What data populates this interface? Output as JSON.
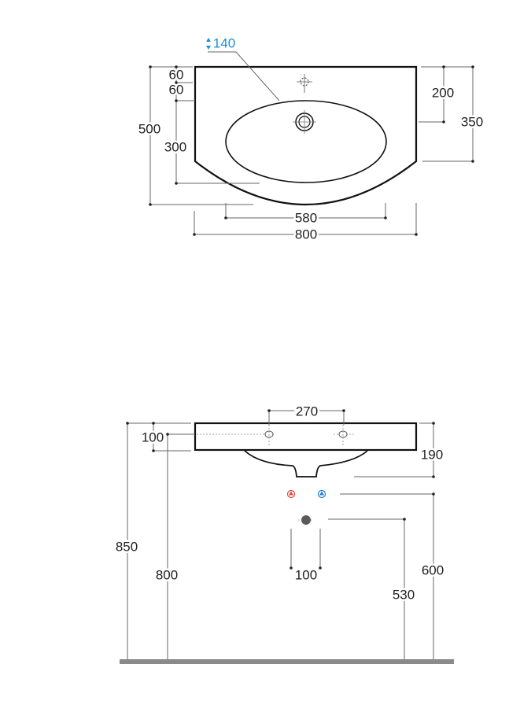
{
  "top_view": {
    "depth_badge": "140",
    "dims": {
      "d60a": "60",
      "d60b": "60",
      "d500": "500",
      "d300": "300",
      "d580": "580",
      "d800": "800",
      "d200": "200",
      "d350": "350"
    }
  },
  "front_view": {
    "dims": {
      "d270": "270",
      "d100_top": "100",
      "d850": "850",
      "d800": "800",
      "d190": "190",
      "d600": "600",
      "d530": "530",
      "d100_bottom": "100"
    }
  },
  "colors": {
    "hot": "#e0463a",
    "cold": "#1f7fd0",
    "accent": "#1a8fd6",
    "floor": "#8a8a8a"
  }
}
